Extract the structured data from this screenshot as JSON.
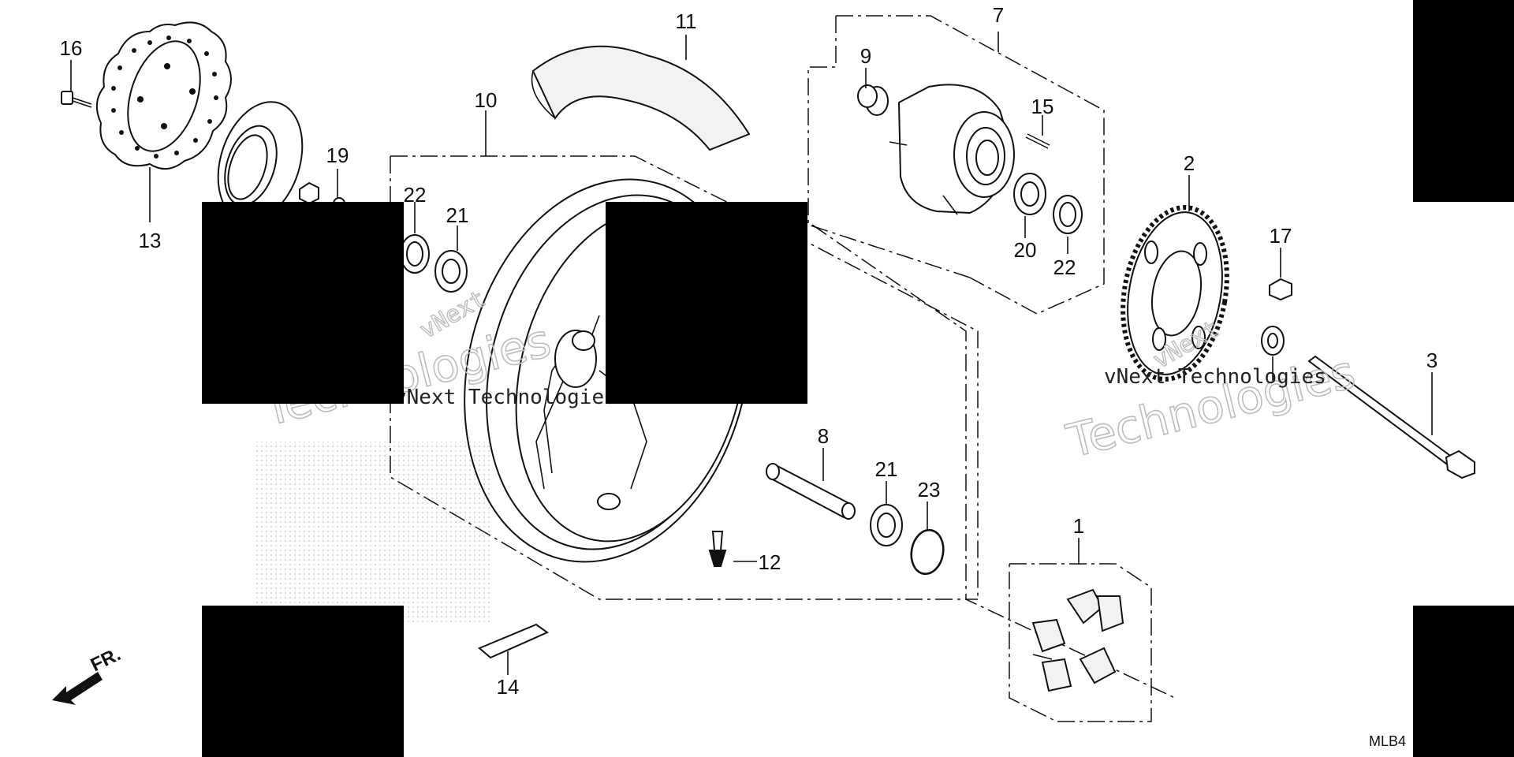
{
  "diagram": {
    "part_numbers": {
      "p1": "1",
      "p2": "2",
      "p3": "3",
      "p7": "7",
      "p8": "8",
      "p9": "9",
      "p10": "10",
      "p11": "11",
      "p12": "12",
      "p13": "13",
      "p14": "14",
      "p15": "15",
      "p16": "16",
      "p17": "17",
      "p19": "19",
      "p20": "20",
      "p21a": "21",
      "p21b": "21",
      "p22a": "22",
      "p22b": "22",
      "p23": "23"
    },
    "watermark": {
      "line1": "vNext",
      "line2": "vNext Technologies",
      "line3": "Technologies"
    },
    "orientation_label": "FR.",
    "diagram_code": "MLB4"
  }
}
